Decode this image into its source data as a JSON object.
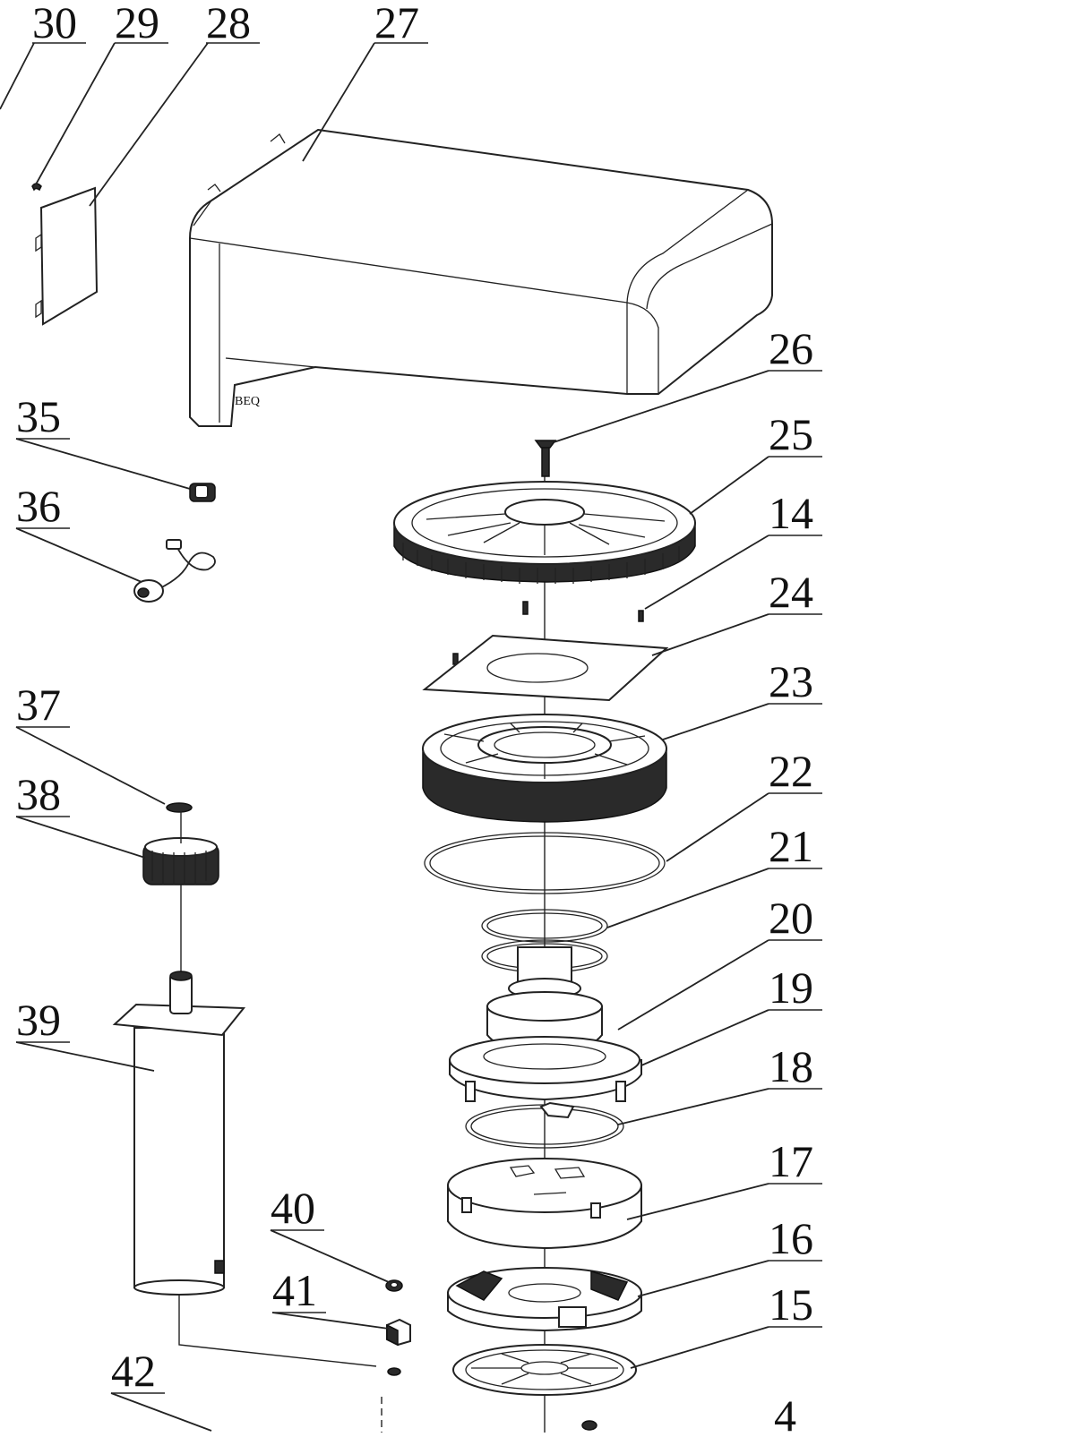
{
  "diagram": {
    "labels": [
      "30",
      "29",
      "28",
      "27",
      "26",
      "25",
      "14",
      "24",
      "23",
      "22",
      "21",
      "20",
      "19",
      "18",
      "17",
      "16",
      "15",
      "4",
      "35",
      "36",
      "37",
      "38",
      "39",
      "40",
      "41",
      "42"
    ]
  }
}
